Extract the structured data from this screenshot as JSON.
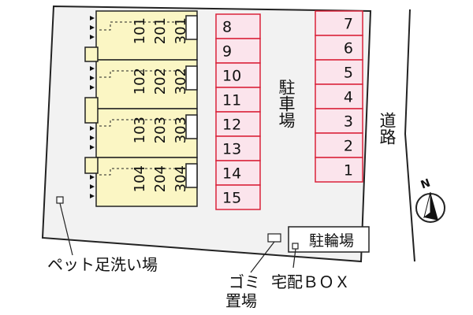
{
  "colors": {
    "lot": "#f2f2f2",
    "building": "#fbf6c4",
    "building_stroke": "#222222",
    "parking_fill": "#fbe4ec",
    "parking_stroke": "#d9233a",
    "line": "#222222"
  },
  "parking": {
    "label": "駐車場",
    "left_column": [
      "8",
      "9",
      "10",
      "11",
      "12",
      "13",
      "14",
      "15"
    ],
    "right_column": [
      "7",
      "6",
      "5",
      "4",
      "3",
      "2",
      "1"
    ]
  },
  "rooms": [
    [
      "301",
      "201",
      "101"
    ],
    [
      "302",
      "202",
      "102"
    ],
    [
      "303",
      "203",
      "103"
    ],
    [
      "304",
      "204",
      "104"
    ]
  ],
  "road_label": "道路",
  "bicycle_label": "駐輪場",
  "pet_label": "ペット足洗い場",
  "garbage_label": "ゴミ\n置場",
  "garbage_line1": "ゴミ",
  "garbage_line2": "置場",
  "delivery_label": "宅配ＢＯＸ",
  "compass_label": "N"
}
